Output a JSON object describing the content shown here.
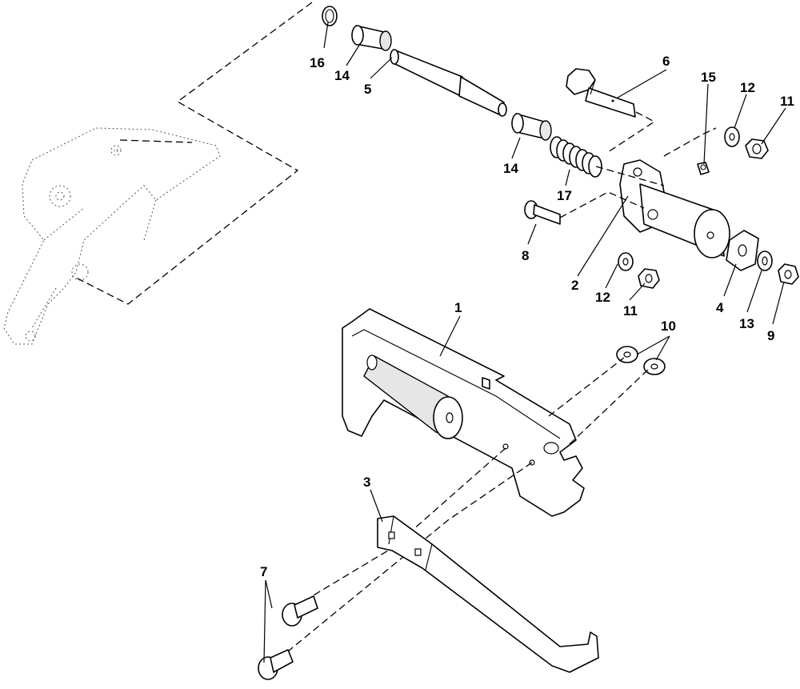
{
  "callouts": [
    {
      "id": "1",
      "text": "1"
    },
    {
      "id": "2",
      "text": "2"
    },
    {
      "id": "3",
      "text": "3"
    },
    {
      "id": "4",
      "text": "4"
    },
    {
      "id": "5",
      "text": "5"
    },
    {
      "id": "6",
      "text": "6"
    },
    {
      "id": "7",
      "text": "7"
    },
    {
      "id": "8",
      "text": "8"
    },
    {
      "id": "9",
      "text": "9"
    },
    {
      "id": "10",
      "text": "10"
    },
    {
      "id": "11a",
      "text": "11"
    },
    {
      "id": "11b",
      "text": "11"
    },
    {
      "id": "12a",
      "text": "12"
    },
    {
      "id": "12b",
      "text": "12"
    },
    {
      "id": "13",
      "text": "13"
    },
    {
      "id": "14a",
      "text": "14"
    },
    {
      "id": "14b",
      "text": "14"
    },
    {
      "id": "15",
      "text": "15"
    },
    {
      "id": "16",
      "text": "16"
    },
    {
      "id": "17",
      "text": "17"
    }
  ]
}
